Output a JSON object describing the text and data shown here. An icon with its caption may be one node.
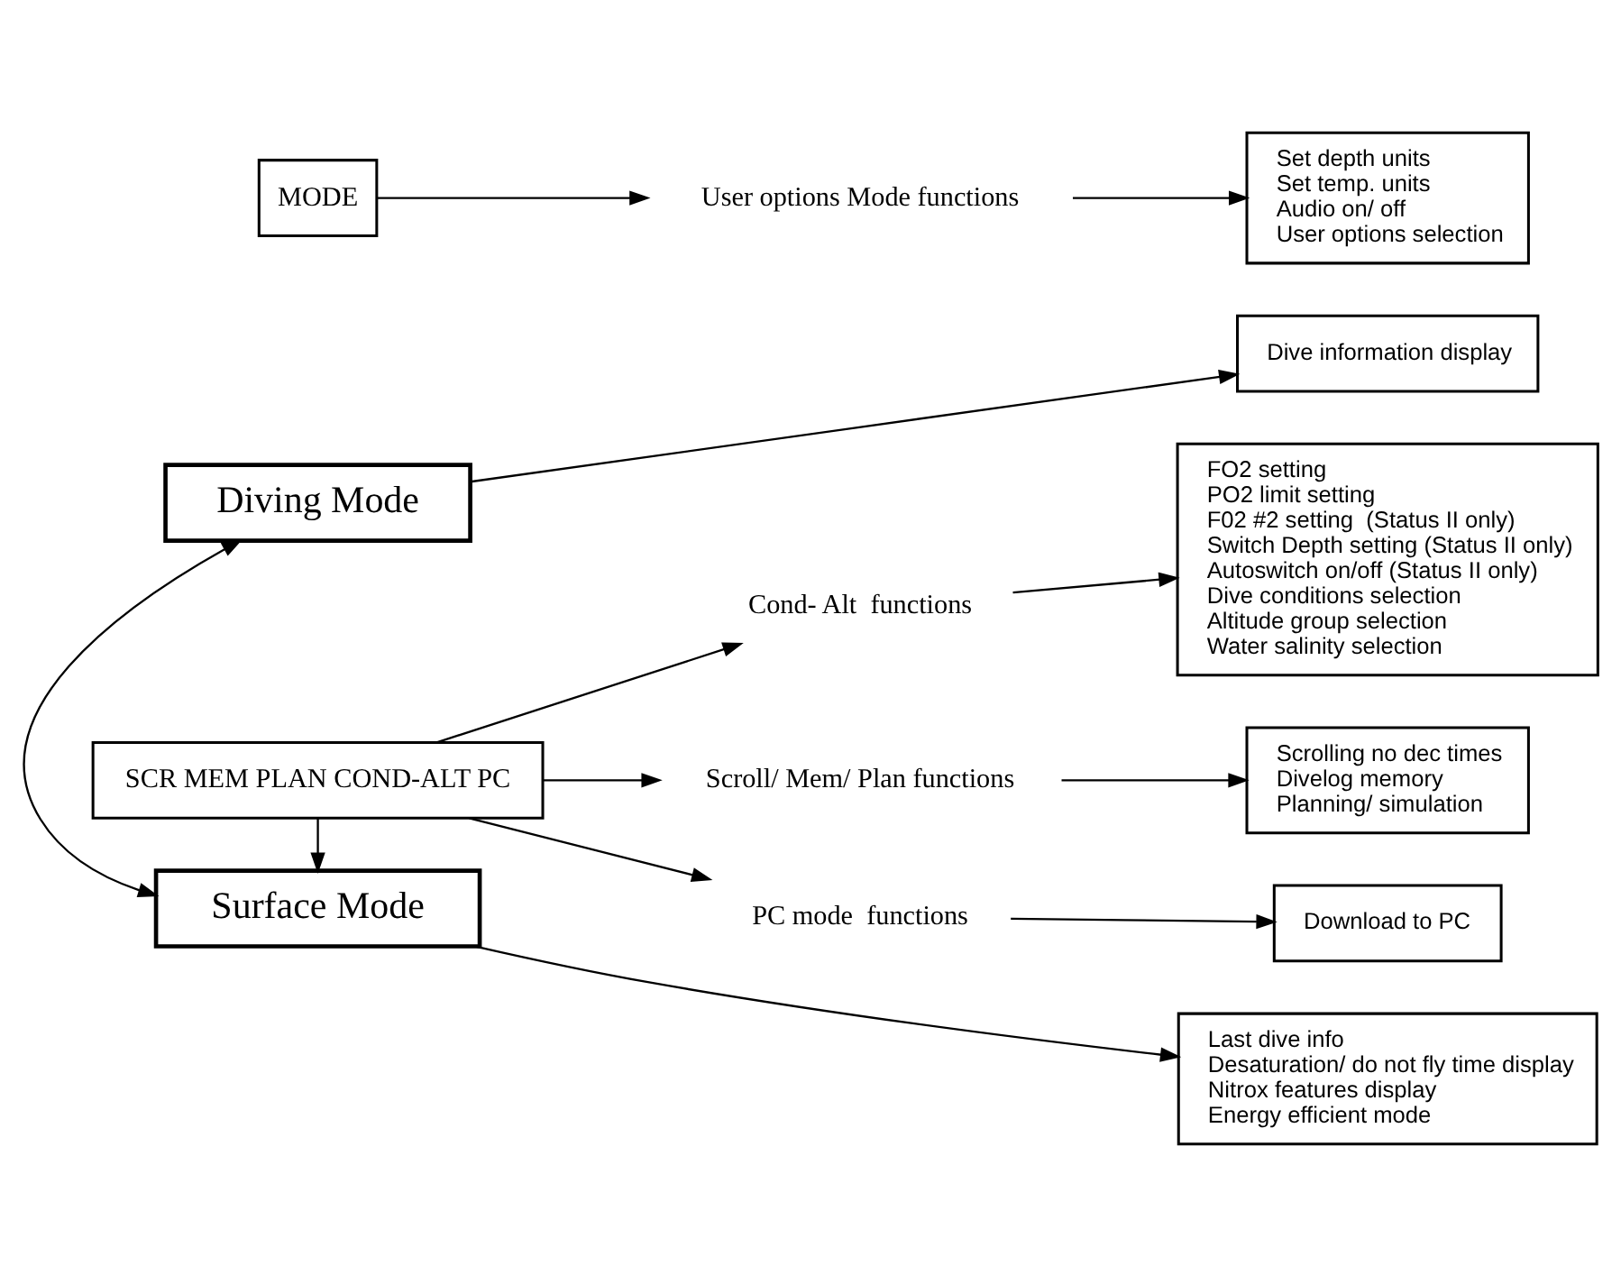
{
  "diagram": {
    "nodes": [
      {
        "text": [
          "Diving Mode"
        ]
      },
      {
        "text": [
          "Dive information display"
        ]
      },
      {
        "text": [
          "Surface Mode"
        ]
      },
      {
        "text": [
          "Last dive info",
          "Desaturation/ do not fly time display",
          "Nitrox features display",
          "Energy efficient mode"
        ]
      },
      {
        "text": [
          "SCR MEM PLAN COND-ALT PC"
        ]
      },
      {
        "text": [
          "MODE"
        ]
      },
      {
        "text": [
          "PC mode  functions"
        ]
      },
      {
        "text": [
          "Download to PC"
        ]
      },
      {
        "text": [
          "Cond- Alt  functions"
        ]
      },
      {
        "text": [
          "FO2 setting",
          "PO2 limit setting",
          "F02 #2 setting  (Status II only)",
          "Switch Depth setting (Status II only)",
          "Autoswitch on/off (Status II only)",
          "Dive conditions selection",
          "Altitude group selection",
          "Water salinity selection"
        ]
      },
      {
        "text": [
          "Scroll/ Mem/ Plan functions"
        ]
      },
      {
        "text": [
          "Scrolling no dec times",
          "Divelog memory",
          "Planning/ simulation"
        ]
      },
      {
        "text": [
          "User options Mode functions"
        ]
      },
      {
        "text": [
          "Set depth units",
          "Set temp. units",
          "Audio on/ off",
          "User options selection"
        ]
      }
    ],
    "edges": [
      {
        "from": 0,
        "to": 2,
        "arrow": "both"
      },
      {
        "from": 0,
        "to": 1,
        "arrow": "to"
      },
      {
        "from": 2,
        "to": 3,
        "arrow": "to"
      },
      {
        "from": 4,
        "to": 2,
        "arrow": "to"
      },
      {
        "from": 4,
        "to": 6,
        "arrow": "to"
      },
      {
        "from": 6,
        "to": 7,
        "arrow": "to"
      },
      {
        "from": 4,
        "to": 8,
        "arrow": "to"
      },
      {
        "from": 8,
        "to": 9,
        "arrow": "to"
      },
      {
        "from": 4,
        "to": 10,
        "arrow": "to"
      },
      {
        "from": 10,
        "to": 11,
        "arrow": "to"
      },
      {
        "from": 5,
        "to": 12,
        "arrow": "to"
      },
      {
        "from": 12,
        "to": 13,
        "arrow": "to"
      }
    ]
  }
}
